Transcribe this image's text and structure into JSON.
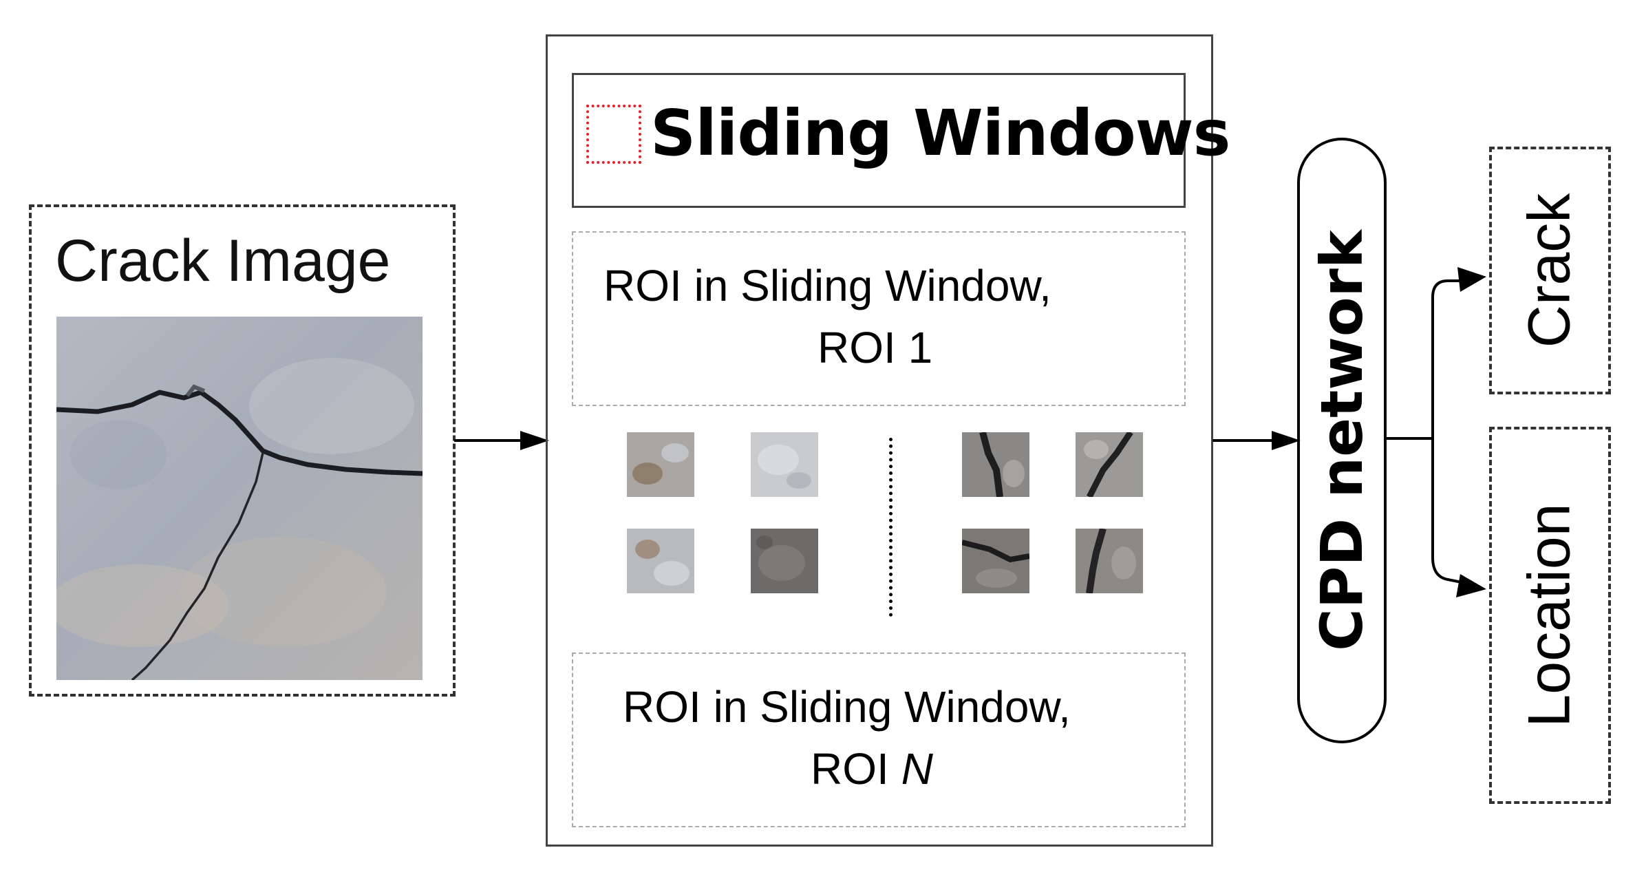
{
  "input": {
    "title": "Crack Image"
  },
  "sliding": {
    "header": "Sliding Windows",
    "roi_first_line1": "ROI in Sliding Window,",
    "roi_first_line2": "ROI 1",
    "roi_last_line1": "ROI in Sliding Window,",
    "roi_last_prefix": "ROI ",
    "roi_last_var": "N",
    "header_icon_color": "#e8202a"
  },
  "network": {
    "label": "CPD network"
  },
  "outputs": {
    "crack": "Crack",
    "location": "Location"
  }
}
